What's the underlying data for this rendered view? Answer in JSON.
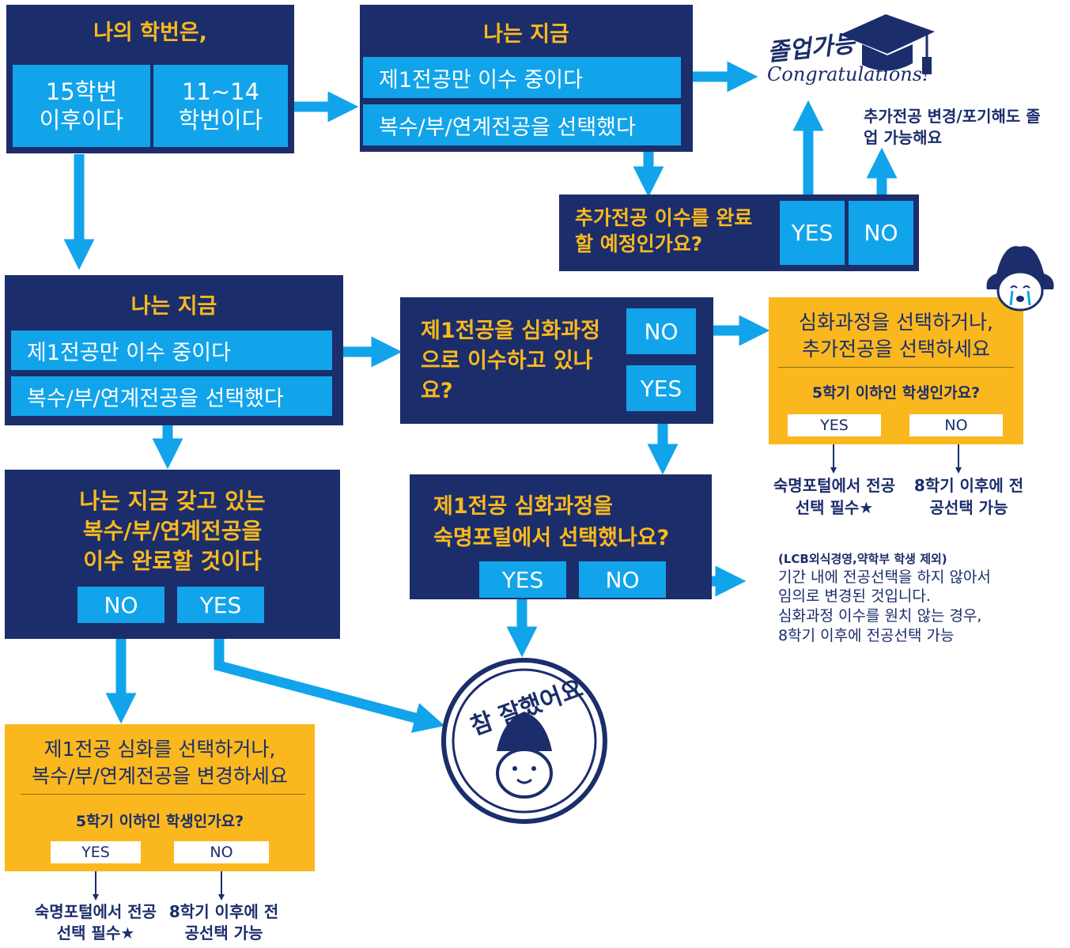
{
  "q1": {
    "title": "나의 학번은,",
    "option_15": "15학번 이후이다",
    "option_11_14": "11~14 학번이다"
  },
  "top_now": {
    "title": "나는 지금",
    "option_first_only": "제1전공만 이수 중이다",
    "option_multi": "복수/부/연계전공을 선택했다"
  },
  "graduate": {
    "title": "졸업가능",
    "congrats": "Congratulations!",
    "cap_icon": "graduation-cap-icon"
  },
  "extra_major": {
    "question": "추가전공 이수를 완료할 예정인가요?",
    "yes": "YES",
    "no": "NO",
    "no_note": "추가전공 변경/포기해도 졸업 가능해요"
  },
  "mid_now": {
    "title": "나는 지금",
    "option_first_only": "제1전공만 이수 중이다",
    "option_multi": "복수/부/연계전공을 선택했다"
  },
  "deep_q": {
    "question": "제1전공을 심화과정으로 이수하고 있나요?",
    "no": "NO",
    "yes": "YES"
  },
  "gold_right": {
    "line1": "심화과정을 선택하거나,",
    "line2": "추가전공을 선택하세요",
    "question": "5학기 이하인 학생인가요?",
    "yes": "YES",
    "no": "NO",
    "yes_result": "숙명포털에서 전공선택 필수★",
    "no_result": "8학기 이후에 전공선택 가능"
  },
  "complete_q": {
    "line1": "나는 지금 갖고 있는",
    "line2": "복수/부/연계전공을",
    "line3": "이수 완료할 것이다",
    "no": "NO",
    "yes": "YES"
  },
  "portal_q": {
    "line1": "제1전공 심화과정을",
    "line2": "숙명포털에서 선택했나요?",
    "yes": "YES",
    "no": "NO"
  },
  "note_right": {
    "line1": "(LCB외식경영,약학부 학생 제외)",
    "line2": "기간 내에 전공선택을 하지 않아서",
    "line3": "임의로 변경된 것입니다.",
    "line4": "심화과정 이수를 원치 않는 경우,",
    "line5": "8학기 이후에 전공선택 가능"
  },
  "stamp": {
    "text": "참 잘했어요",
    "icon": "mascot-stamp-icon"
  },
  "gold_bottom": {
    "line1": "제1전공 심화를 선택하거나,",
    "line2": "복수/부/연계전공을 변경하세요",
    "question": "5학기 이하인 학생인가요?",
    "yes": "YES",
    "no": "NO",
    "yes_result": "숙명포털에서 전공선택 필수★",
    "no_result": "8학기 이후에 전공선택 가능"
  },
  "colors": {
    "navy": "#1b2d6b",
    "cyan": "#12a4ea",
    "gold": "#fab81e",
    "gold_text": "#fbb91c"
  }
}
